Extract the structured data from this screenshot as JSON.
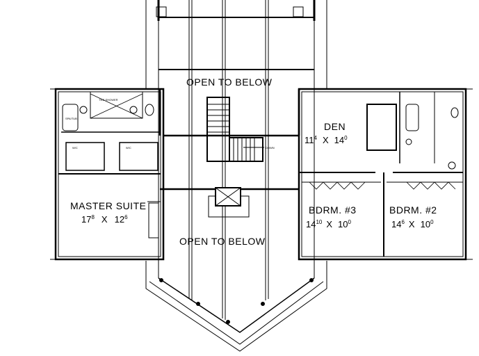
{
  "plan": {
    "open_top": "OPEN TO BELOW",
    "open_bottom": "OPEN TO BELOW",
    "stair_note": "DOWN",
    "small_notes": {
      "shower": "TILE SHOWER",
      "tub": "SPA/TUB",
      "wic_left": "W/C",
      "wic_right": "W/C"
    },
    "rooms": {
      "den": {
        "name": "DEN",
        "w": "11",
        "w_in": "4",
        "x": "X",
        "h": "14",
        "h_in": "0"
      },
      "master": {
        "name": "MASTER SUITE",
        "w": "17",
        "w_in": "8",
        "x": "X",
        "h": "12",
        "h_in": "6"
      },
      "bdrm3": {
        "name": "BDRM. #3",
        "w": "14",
        "w_in": "10",
        "x": "X",
        "h": "10",
        "h_in": "0"
      },
      "bdrm2": {
        "name": "BDRM. #2",
        "w": "14",
        "w_in": "6",
        "x": "X",
        "h": "10",
        "h_in": "0"
      }
    }
  }
}
